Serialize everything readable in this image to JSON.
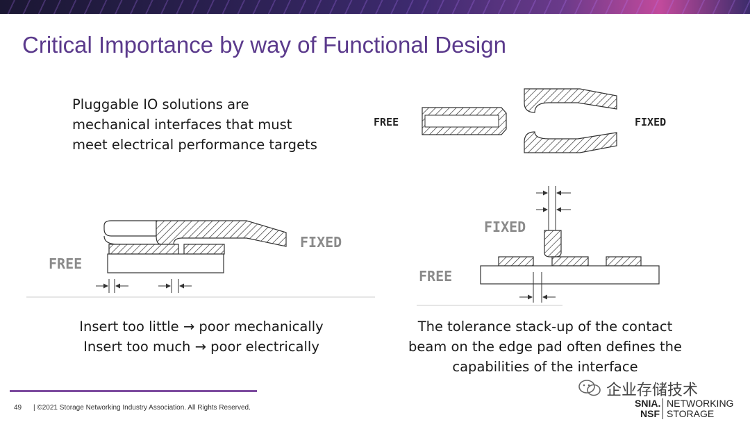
{
  "slide": {
    "title": "Critical Importance by way of Functional Design",
    "intro_lines": [
      "Pluggable IO solutions are",
      "mechanical interfaces that must",
      "meet electrical performance targets"
    ],
    "left_caption_lines": [
      "Insert too little → poor mechanically",
      "Insert too much → poor electrically"
    ],
    "right_caption_lines": [
      "The tolerance stack-up of the contact",
      "beam on the edge pad often defines the",
      "capabilities of the interface"
    ]
  },
  "diagrams": {
    "top": {
      "free_label": "FREE",
      "fixed_label": "FIXED"
    },
    "left": {
      "free_label": "FREE",
      "fixed_label": "FIXED"
    },
    "right": {
      "free_label": "FREE",
      "fixed_label": "FIXED"
    }
  },
  "footer": {
    "page_number": "49",
    "copyright": "| ©2021 Storage Networking Industry Association. All Rights Reserved.",
    "watermark_text": "企业存储技术",
    "logo_line1": "SNIA.",
    "logo_line2": "NSF",
    "logo_name1": "NETWORKING",
    "logo_name2": "STORAGE"
  },
  "colors": {
    "title": "#5b3a8c",
    "footer_line": "#7c4a9e"
  }
}
